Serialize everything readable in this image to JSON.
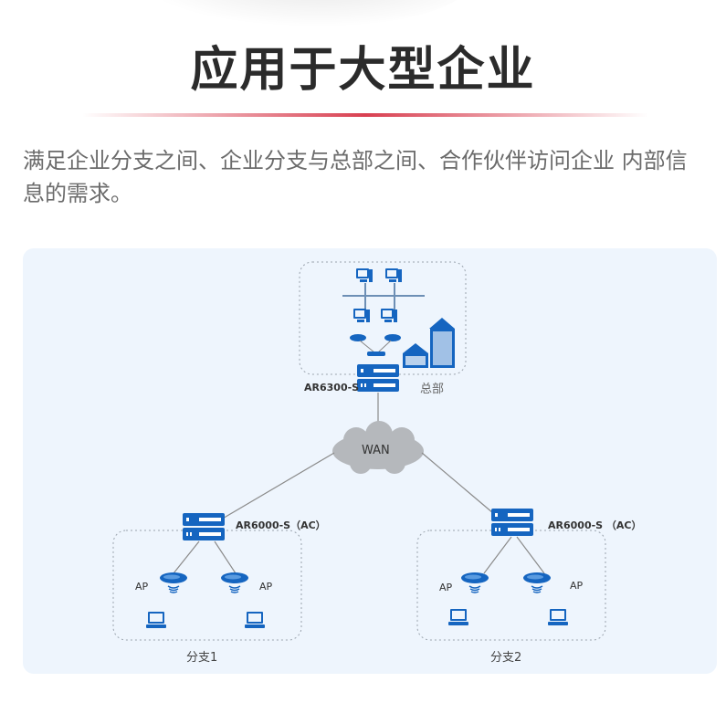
{
  "header": {
    "title": "应用于大型企业",
    "description": "满足企业分支之间、企业分支与总部之间、合作伙伴访问企业 内部信息的需求。"
  },
  "diagram": {
    "hq": {
      "router_label": "AR6300-S",
      "site_label": "总部"
    },
    "wan_label": "WAN",
    "branches": [
      {
        "router_label": "AR6000-S（AC）",
        "site_label": "分支1",
        "ap_labels": [
          "AP",
          "AP"
        ]
      },
      {
        "router_label": "AR6000-S （AC）",
        "site_label": "分支2",
        "ap_labels": [
          "AP",
          "AP"
        ]
      }
    ],
    "colors": {
      "device_blue": "#1565c0",
      "cloud_gray": "#b5b8bc",
      "link_gray": "#8a8a8a",
      "panel_bg": "#eef5fd"
    }
  }
}
